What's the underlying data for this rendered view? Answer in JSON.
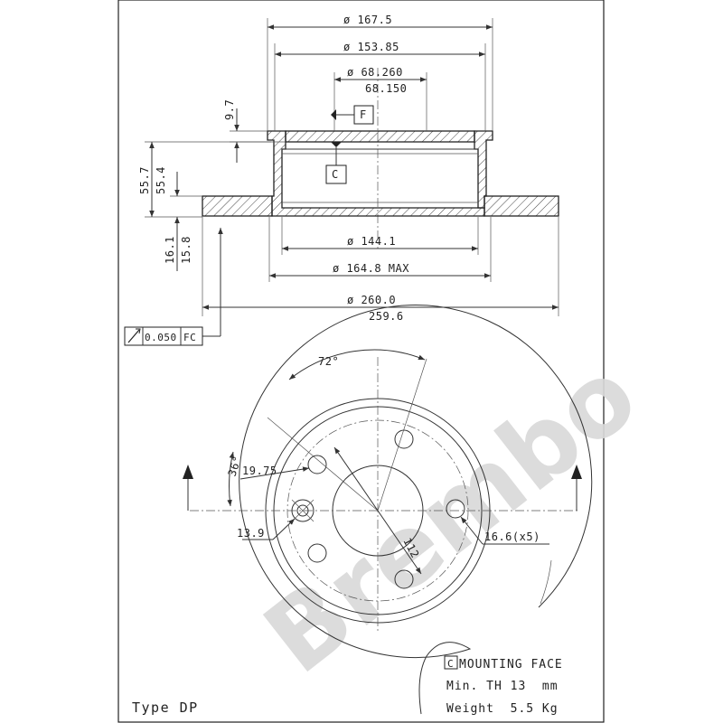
{
  "watermark": {
    "text": "Brembo"
  },
  "section_view": {
    "dimensions": {
      "outer_hat_diameter": "ø 167.5",
      "inner_hat_diameter": "ø 153.85",
      "center_bore_max": "ø 68.260",
      "center_bore_min": "68.150",
      "hat_thickness": "9.7",
      "total_height_max": "55.7",
      "total_height_min": "55.4",
      "disc_thickness_max": "16.1",
      "disc_thickness_min": "15.8",
      "inner_drum_diameter": "ø 144.1",
      "hat_max_diameter": "ø 164.8 MAX",
      "disc_diameter_max": "ø 260.0",
      "disc_diameter_min": "259.6"
    },
    "datum_labels": {
      "datum_f": "F",
      "datum_c": "C"
    },
    "tolerance_frame": {
      "value": "0.050",
      "datum": "FC"
    }
  },
  "plan_view": {
    "dimensions": {
      "bolt_angle": "72°",
      "secondary_angle": "36°",
      "hole_offset": "19.75",
      "pin_hole": "13.9",
      "bolt_circle": "112",
      "bolt_holes": "16.6(x5)"
    }
  },
  "notes": {
    "mounting_face_key": "C",
    "mounting_face_label": "MOUNTING FACE",
    "min_thickness": "Min. TH 13  mm",
    "weight": "Weight  5.5 Kg"
  },
  "type_label": "Type DP"
}
